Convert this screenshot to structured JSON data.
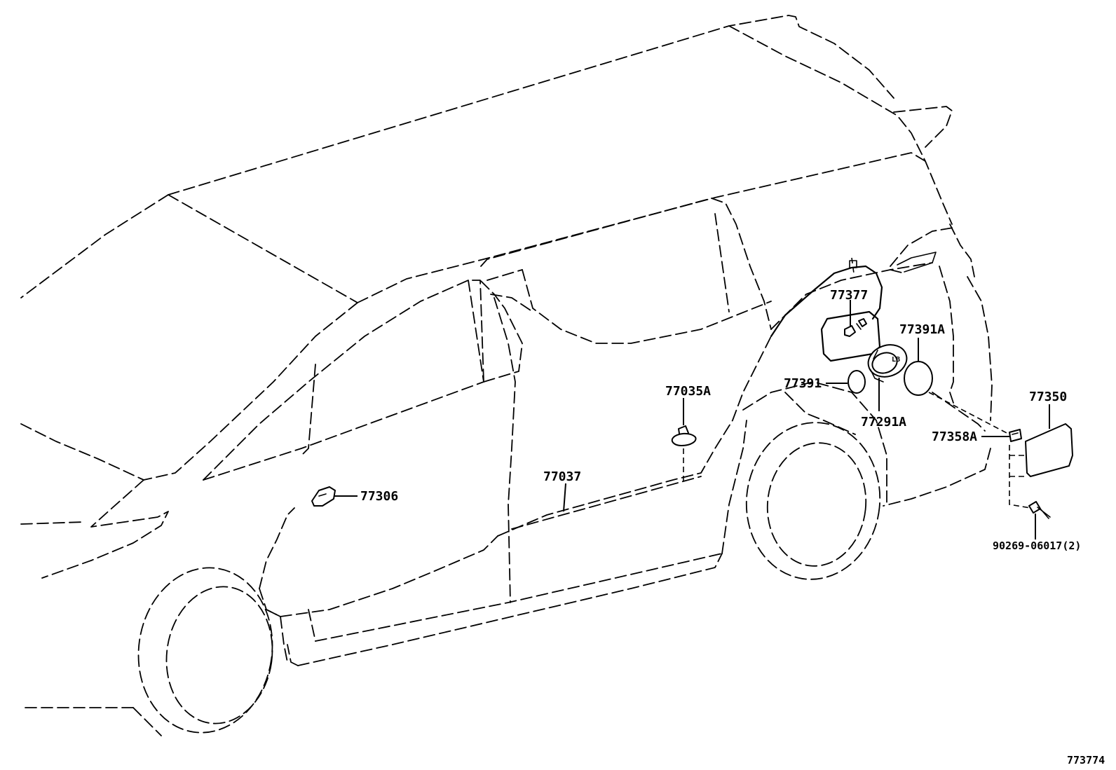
{
  "parts": [
    {
      "id": "p77377",
      "number": "77377"
    },
    {
      "id": "p77391A",
      "number": "77391A"
    },
    {
      "id": "p77391",
      "number": "77391"
    },
    {
      "id": "p77035A",
      "number": "77035A"
    },
    {
      "id": "p77350",
      "number": "77350"
    },
    {
      "id": "p77291A",
      "number": "77291A"
    },
    {
      "id": "p77358A",
      "number": "77358A"
    },
    {
      "id": "p77037",
      "number": "77037"
    },
    {
      "id": "p77306",
      "number": "77306"
    },
    {
      "id": "p90269",
      "number": "90269-06017(2)"
    }
  ],
  "figure_ref": "773774"
}
